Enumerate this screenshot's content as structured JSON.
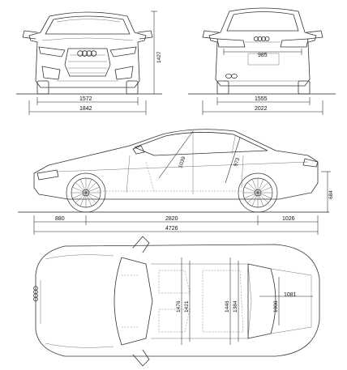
{
  "front_view": {
    "height": "1427",
    "track": "1572",
    "width": "1842",
    "logo": "four-rings-logo"
  },
  "rear_view": {
    "inner_width": "985",
    "track": "1555",
    "width_mirrors": "2022",
    "logo": "four-rings-logo"
  },
  "side_view": {
    "front_overhang": "880",
    "wheelbase": "2820",
    "rear_overhang": "1026",
    "length": "4726",
    "rear_ground_height": "684",
    "front_door_dim": "1039",
    "rear_door_dim": "973"
  },
  "top_view": {
    "front_cabin_width_1": "1476",
    "front_cabin_width_2": "1421",
    "rear_cabin_width_1": "1446",
    "rear_cabin_width_2": "1384",
    "trunk_length": "1081",
    "trunk_width": "1000"
  }
}
